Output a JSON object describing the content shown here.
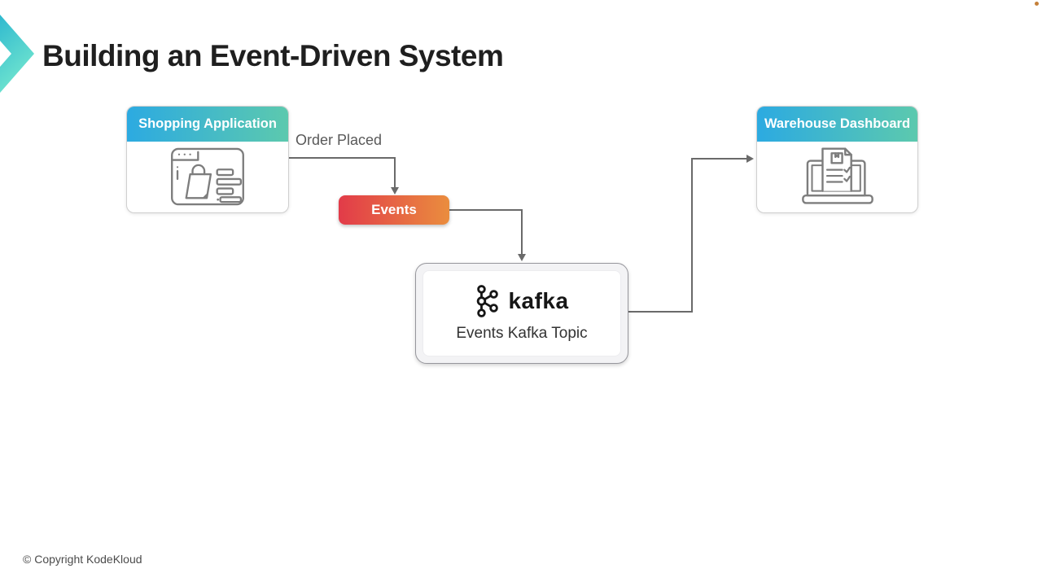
{
  "slide": {
    "title": "Building an Event-Driven System",
    "footer": "© Copyright KodeKloud"
  },
  "diagram": {
    "nodes": {
      "shopping_app": {
        "label": "Shopping Application",
        "icon": "shopping-browser-icon"
      },
      "warehouse_dashboard": {
        "label": "Warehouse Dashboard",
        "icon": "warehouse-laptop-icon"
      },
      "events_badge": {
        "label": "Events"
      },
      "kafka_topic": {
        "logo_text": "kafka",
        "label": "Events Kafka Topic",
        "icon": "kafka-logo-icon"
      }
    },
    "edges": {
      "shopping_to_events": {
        "label": "Order Placed"
      },
      "events_to_kafka": {},
      "kafka_to_warehouse": {}
    }
  },
  "colors": {
    "node_header_gradient_start": "#2caae1",
    "node_header_gradient_end": "#5cc9ae",
    "events_gradient_start": "#e23b49",
    "events_gradient_end": "#ea8d3e",
    "connector": "#6a6a6a",
    "title_text": "#1f1f1f",
    "brand_accent_top": "#2fb9cf",
    "brand_accent_bottom": "#72e6cf",
    "icon_stroke": "#7d7d7d",
    "corner_dot": "#c5803a"
  }
}
